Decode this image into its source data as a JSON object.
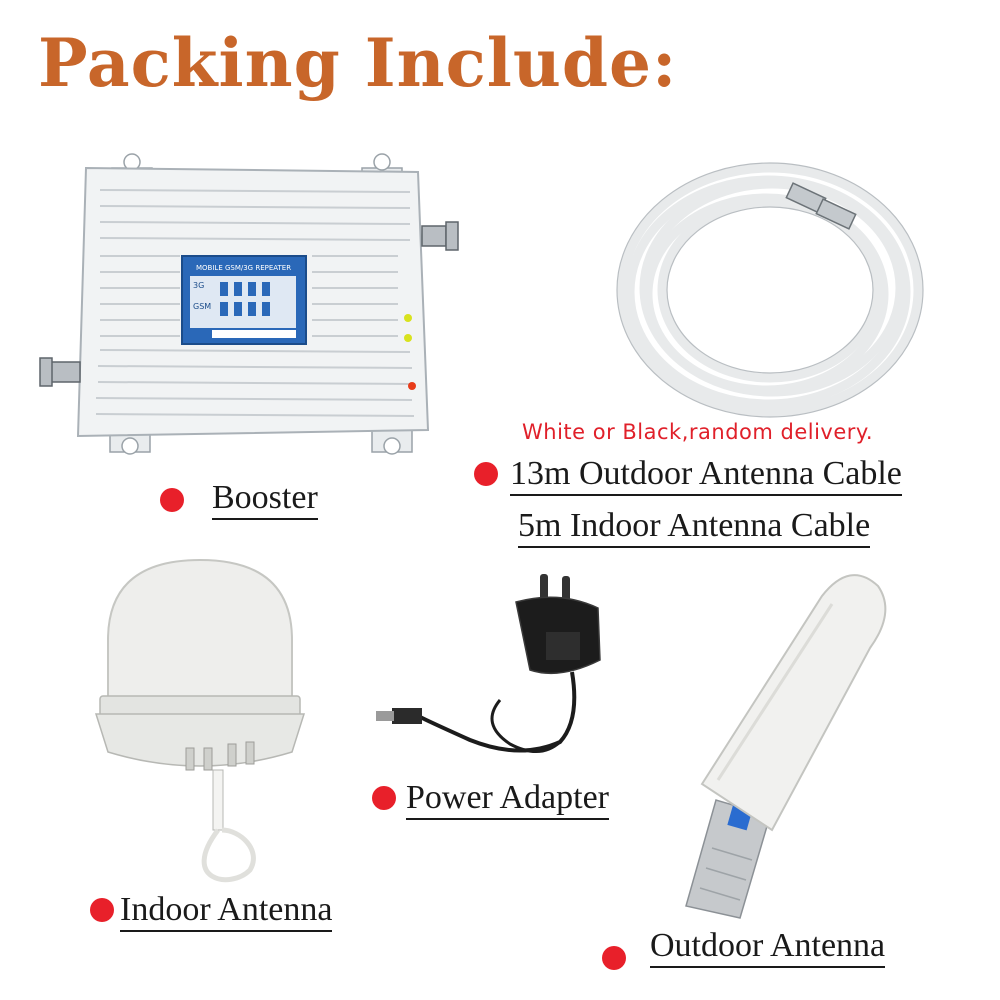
{
  "title": "Packing Include:",
  "booster": {
    "panel_line1": "MOBILE GSM/3G REPEATER",
    "panel_band1": "3G",
    "panel_band2": "GSM",
    "label": "Booster"
  },
  "cable": {
    "note": "White or Black,random delivery.",
    "label1": "13m Outdoor Antenna Cable",
    "label2": "5m Indoor Antenna  Cable"
  },
  "indoor_antenna": {
    "label": "Indoor Antenna"
  },
  "power_adapter": {
    "label": "Power Adapter"
  },
  "outdoor_antenna": {
    "label": "Outdoor Antenna"
  },
  "colors": {
    "title": "#c8662a",
    "bullet": "#e8202a",
    "note": "#e0202a",
    "panel_blue": "#2a68b8"
  }
}
